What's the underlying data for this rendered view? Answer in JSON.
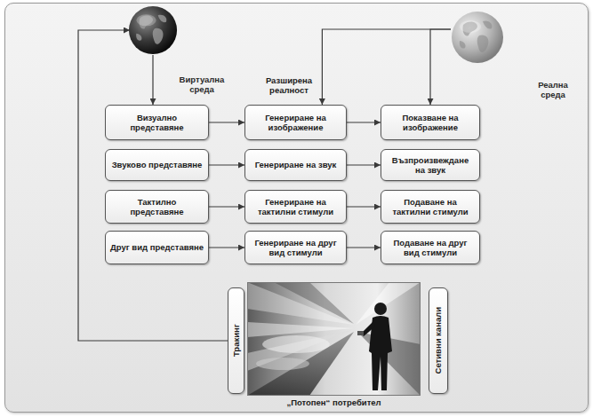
{
  "diagram": {
    "nodes": [
      {
        "text": [
          "Виртуална среда"
        ]
      },
      {
        "text": [
          "Реална среда"
        ]
      },
      {
        "text": [
          "Визуално представяне"
        ]
      },
      {
        "text": [
          "Генериране на изображение"
        ]
      },
      {
        "text": [
          "Показване на изображение"
        ]
      },
      {
        "text": [
          "Звуково представяне"
        ]
      },
      {
        "text": [
          "Генериране на звук"
        ]
      },
      {
        "text": [
          "Възпроизвеждане на звук"
        ]
      },
      {
        "text": [
          "Тактилно представяне"
        ]
      },
      {
        "text": [
          "Генериране на тактилни стимули"
        ]
      },
      {
        "text": [
          "Подаване на тактилни стимули"
        ]
      },
      {
        "text": [
          "Друг вид представяне"
        ]
      },
      {
        "text": [
          "Генериране на друг вид стимули"
        ]
      },
      {
        "text": [
          "Подаване на друг вид стимули"
        ]
      },
      {
        "text": [
          "Тракинг"
        ]
      },
      {
        "text": [
          "Сетивни канали"
        ]
      }
    ],
    "edges": [
      {
        "from": 0,
        "to": 2,
        "arrow": "to"
      },
      {
        "from": 2,
        "to": 3,
        "arrow": "to"
      },
      {
        "from": 3,
        "to": 4,
        "arrow": "to"
      },
      {
        "from": 5,
        "to": 6,
        "arrow": "to"
      },
      {
        "from": 6,
        "to": 7,
        "arrow": "to"
      },
      {
        "from": 8,
        "to": 9,
        "arrow": "to"
      },
      {
        "from": 9,
        "to": 10,
        "arrow": "to"
      },
      {
        "from": 11,
        "to": 12,
        "arrow": "to"
      },
      {
        "from": 12,
        "to": 13,
        "arrow": "to"
      },
      {
        "from": 1,
        "to": 3,
        "arrow": "to"
      },
      {
        "from": 1,
        "to": 4,
        "arrow": "to"
      },
      {
        "from": 14,
        "to": 0,
        "arrow": "to"
      }
    ],
    "labels": [
      "Разширена реалност",
      "„Потопен“ потребител"
    ]
  }
}
